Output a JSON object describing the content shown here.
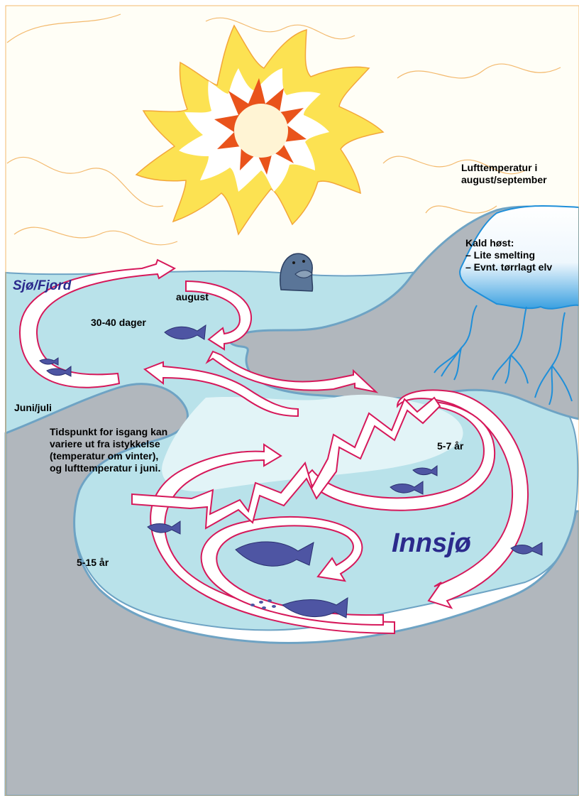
{
  "labels": {
    "sea": "Sjø/Fjord",
    "lake": "Innsjø",
    "august": "august",
    "sea_duration": "30-40 dager",
    "juni_juli": "Juni/juli",
    "lake_adult": "5-7 år",
    "lake_young": "5-15 år",
    "air_temp": [
      "Lufttemperatur i",
      "august/september"
    ],
    "cold_autumn": [
      "Kald høst:",
      "– Lite smelting",
      "– Evnt. tørrlagt elv"
    ],
    "ice_note": [
      "Tidspunkt for isgang kan",
      "variere ut fra istykkelse",
      "(temperatur om vinter),",
      "og lufttemperatur i juni."
    ]
  },
  "colors": {
    "sky": "#fffef6",
    "sun_outer": "#fce252",
    "sun_mid": "#ffffff",
    "sun_inner": "#e9531b",
    "sun_core": "#fff4d4",
    "water": "#b9e2ea",
    "water_light": "#e2f4f7",
    "land": "#b1b7bd",
    "arrow_stroke": "#d6185a",
    "fish": "#4e55a3",
    "ice_blue": "#1f8fd9",
    "region_text": "#2b2a8c"
  }
}
